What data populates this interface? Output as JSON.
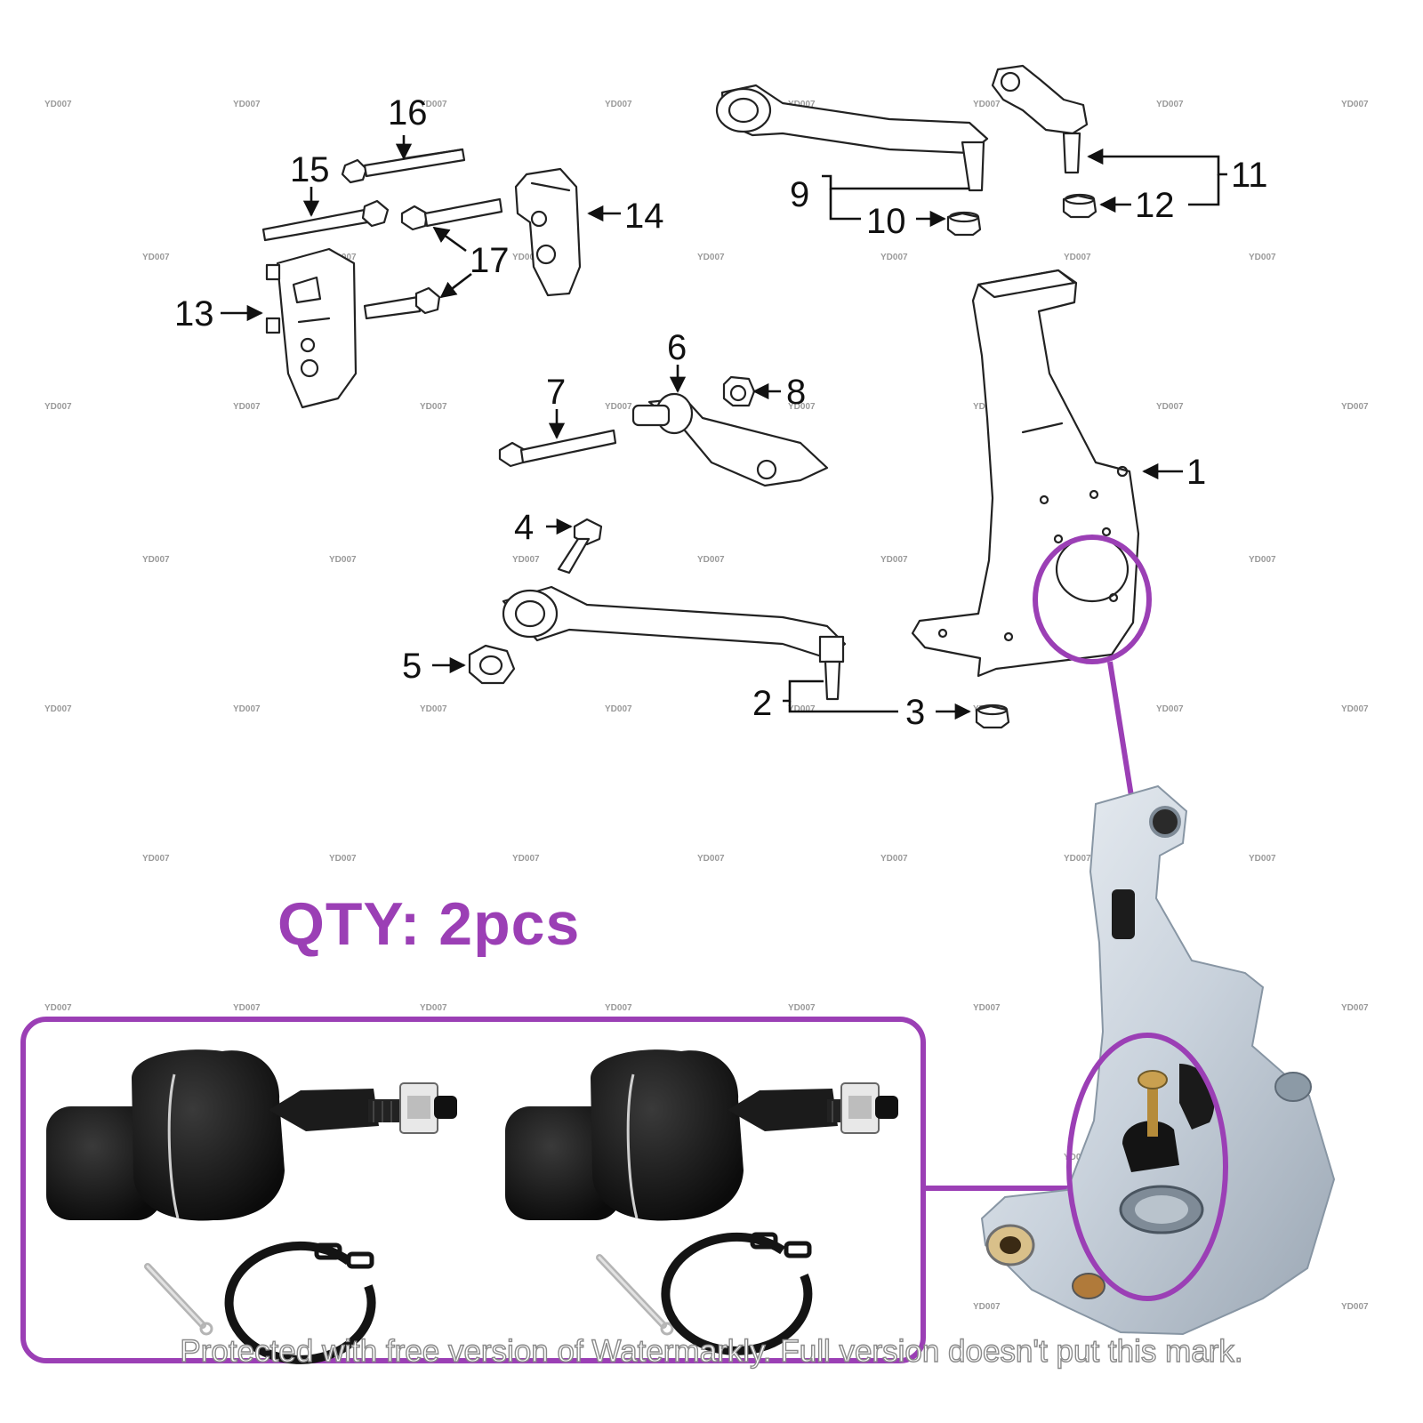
{
  "qty_label": "QTY: 2pcs",
  "footer_text": "Protected with free version of Watermarkly. Full version doesn't put this mark.",
  "watermark": "YD007",
  "callouts": [
    "1",
    "2",
    "3",
    "4",
    "5",
    "6",
    "7",
    "8",
    "9",
    "10",
    "11",
    "12",
    "13",
    "14",
    "15",
    "16",
    "17",
    "17"
  ],
  "accent_color": "#9b3fb5"
}
